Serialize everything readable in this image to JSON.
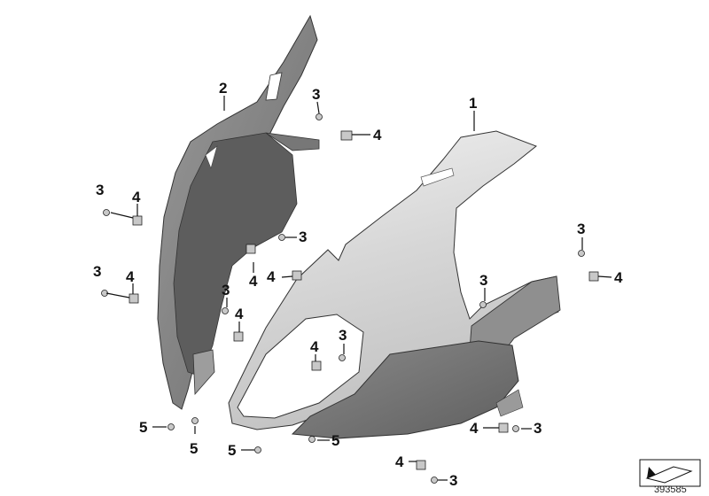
{
  "callouts": {
    "c1": "1",
    "c2": "2",
    "c3a": "3",
    "c3b": "3",
    "c3c": "3",
    "c3d": "3",
    "c3e": "3",
    "c3f": "3",
    "c3g": "3",
    "c3h": "3",
    "c3i": "3",
    "c3j": "3",
    "c4a": "4",
    "c4b": "4",
    "c4c": "4",
    "c4d": "4",
    "c4e": "4",
    "c4f": "4",
    "c4g": "4",
    "c4h": "4",
    "c4i": "4",
    "c5a": "5",
    "c5b": "5",
    "c5c": "5",
    "c5d": "5"
  },
  "footer": {
    "diagram_id": "393585"
  },
  "colors": {
    "left_panel": "#8c8c8c",
    "inner_dark": "#5a5a5a",
    "main_panel": "#dcdcdc",
    "lower_panel": "#7a7a7a",
    "line": "#111111"
  }
}
